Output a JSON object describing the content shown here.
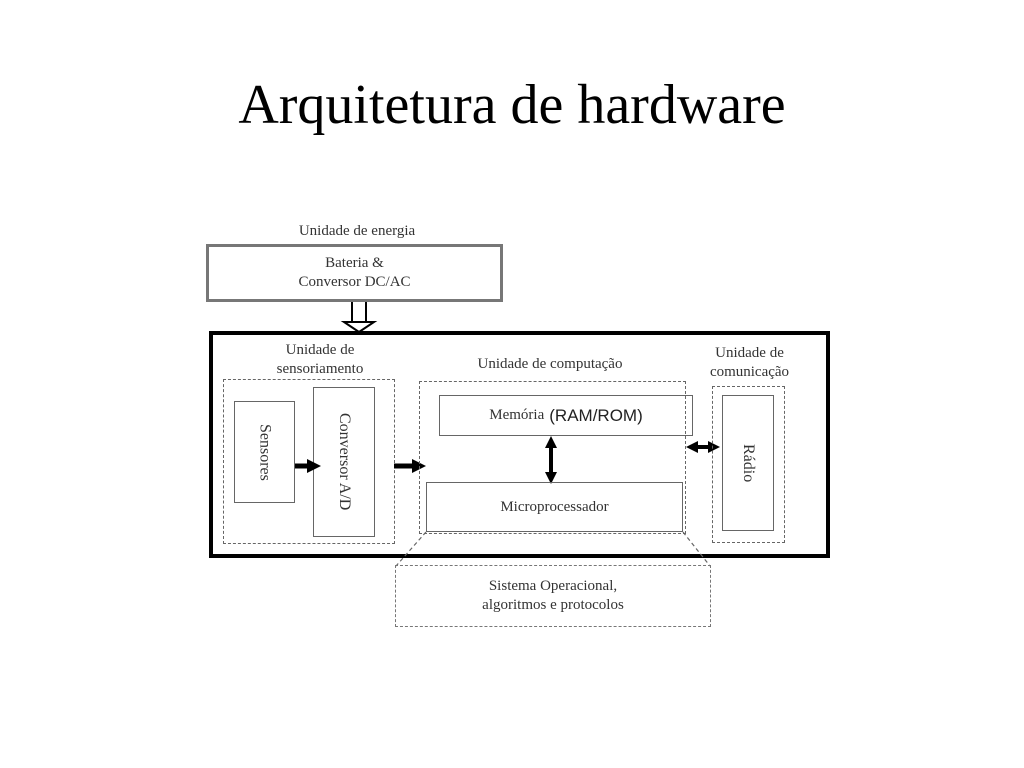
{
  "title": "Arquitetura de hardware",
  "power": {
    "label": "Unidade de energia",
    "box_line1": "Bateria &",
    "box_line2": "Conversor DC/AC"
  },
  "sensing": {
    "label_line1": "Unidade de",
    "label_line2": "sensoriamento",
    "sensors": "Sensores",
    "converter": "Conversor A/D"
  },
  "computing": {
    "label": "Unidade de computação",
    "memory_prefix": "Memória",
    "memory_suffix": "(RAM/ROM)",
    "cpu": "Microprocessador"
  },
  "comm": {
    "label_line1": "Unidade de",
    "label_line2": "comunicação",
    "radio": "Rádio"
  },
  "software": {
    "line1": "Sistema Operacional,",
    "line2": "algoritmos e protocolos"
  }
}
